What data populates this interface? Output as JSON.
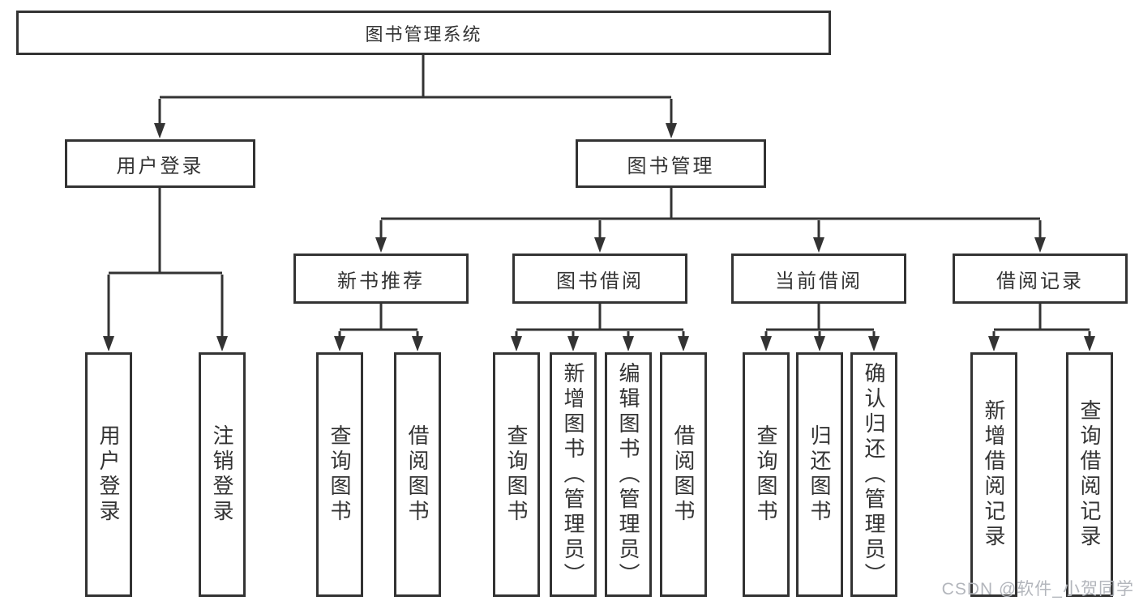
{
  "diagram": {
    "root": {
      "label": "图书管理系统"
    },
    "branches": [
      {
        "label": "用户登录",
        "children": [
          {
            "label": "用户登录"
          },
          {
            "label": "注销登录"
          }
        ]
      },
      {
        "label": "图书管理",
        "children": [
          {
            "label": "新书推荐",
            "children": [
              {
                "label": "查询图书"
              },
              {
                "label": "借阅图书"
              }
            ]
          },
          {
            "label": "图书借阅",
            "children": [
              {
                "label": "查询图书"
              },
              {
                "label": "新增图书（管理员）"
              },
              {
                "label": "编辑图书（管理员）"
              },
              {
                "label": "借阅图书"
              }
            ]
          },
          {
            "label": "当前借阅",
            "children": [
              {
                "label": "查询图书"
              },
              {
                "label": "归还图书"
              },
              {
                "label": "确认归还（管理员）"
              }
            ]
          },
          {
            "label": "借阅记录",
            "children": [
              {
                "label": "新增借阅记录"
              },
              {
                "label": "查询借阅记录"
              }
            ]
          }
        ]
      }
    ]
  },
  "watermark": {
    "text": "CSDN @软件_小贺同学"
  },
  "colors": {
    "line": "#333333",
    "text": "#333333",
    "watermark": "#b3b6bc",
    "background": "#ffffff"
  }
}
